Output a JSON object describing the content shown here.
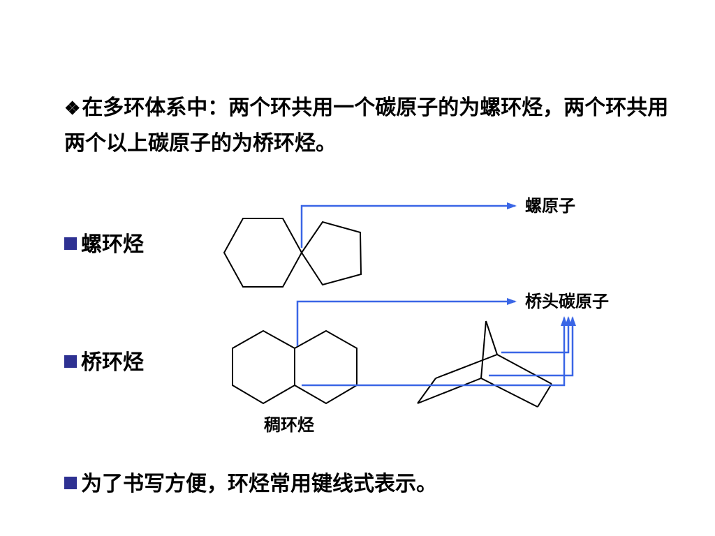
{
  "intro": {
    "bullet_symbol": "❖",
    "text": "在多环体系中：两个环共用一个碳原子的为螺环烃，两个环共用两个以上碳原子的为桥环烃。"
  },
  "bullets": {
    "spiro": "螺环烃",
    "bridged": "桥环烃",
    "note": "为了书写方便，环烃常用键线式表示。"
  },
  "labels": {
    "spiro_atom": "螺原子",
    "bridgehead_atom": "桥头碳原子",
    "fused_ring": "稠环烃"
  },
  "colors": {
    "bullet_square": "#2e3192",
    "arrow": "#3a66e6",
    "structure": "#000000"
  }
}
